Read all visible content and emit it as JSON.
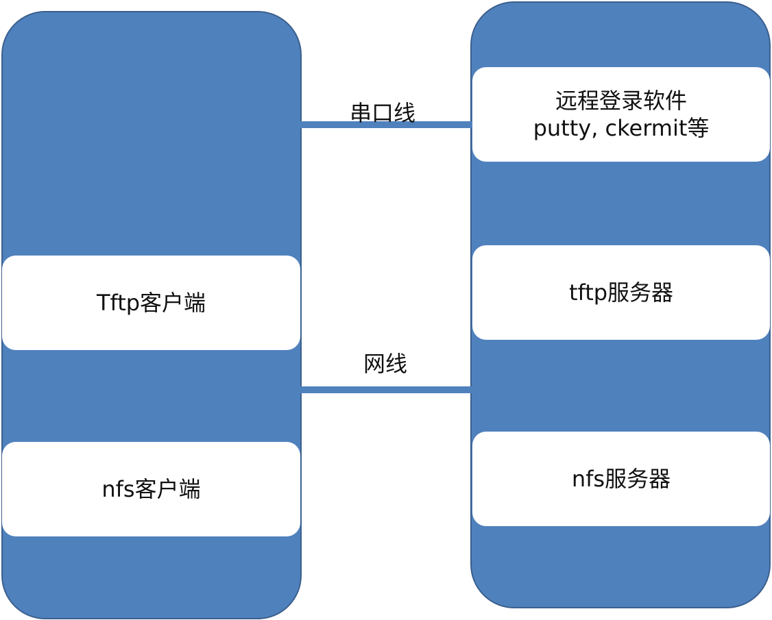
{
  "left_panel": {
    "tftp_client": "Tftp客户端",
    "nfs_client": "nfs客户端"
  },
  "right_panel": {
    "remote_login": {
      "line1": "远程登录软件",
      "line2": "putty, ckermit等"
    },
    "tftp_server": "tftp服务器",
    "nfs_server": "nfs服务器"
  },
  "connections": {
    "serial_cable": "串口线",
    "network_cable": "网线"
  },
  "colors": {
    "panel": "#4f81bd",
    "panel_border": "#3b5f8c",
    "box": "#ffffff",
    "line": "#4f81bd"
  }
}
